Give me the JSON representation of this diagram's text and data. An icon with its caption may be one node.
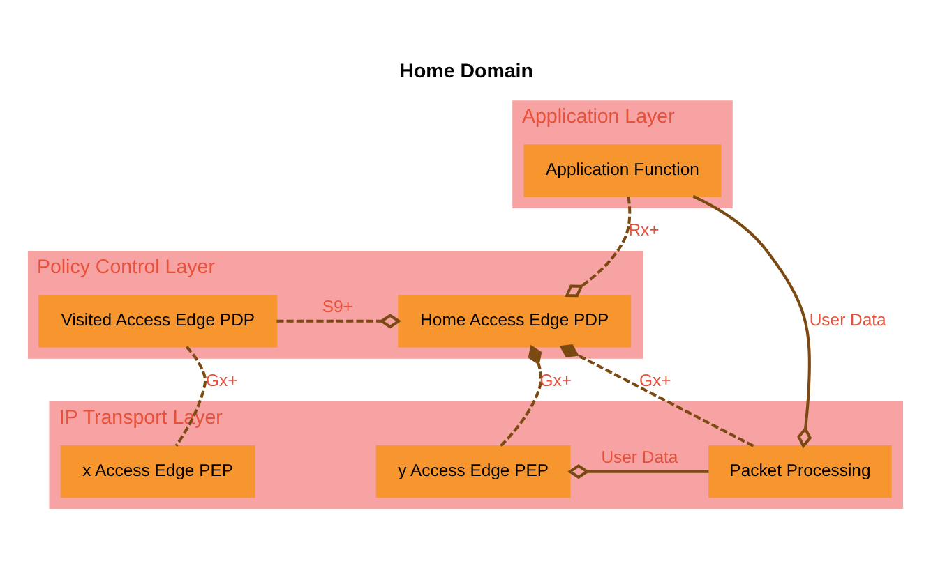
{
  "diagram": {
    "title": "Home Domain",
    "nodes": [
      {
        "text": [
          "Application Layer"
        ]
      },
      {
        "text": [
          "Application Function"
        ],
        "in": 0
      },
      {
        "text": [
          "Policy Control Layer"
        ]
      },
      {
        "text": [
          "Visited Access Edge PDP"
        ],
        "in": 2
      },
      {
        "text": [
          "Home Access Edge PDP"
        ],
        "in": 2
      },
      {
        "text": [
          "IP Transport Layer"
        ]
      },
      {
        "text": [
          "x Access Edge PEP"
        ],
        "in": 5
      },
      {
        "text": [
          "y Access Edge PEP"
        ],
        "in": 5
      },
      {
        "text": [
          "Packet Processing"
        ],
        "in": 5
      }
    ],
    "edges": [
      {
        "from": 1,
        "to": 4,
        "arrow": "other",
        "label": "Rx+",
        "style": "dashed"
      },
      {
        "from": 3,
        "to": 4,
        "arrow": "other",
        "label": "S9+",
        "style": "dashed"
      },
      {
        "from": 3,
        "to": 6,
        "arrow": "none",
        "label": "Gx+",
        "style": "dashed"
      },
      {
        "from": 7,
        "to": 4,
        "arrow": "other",
        "label": "Gx+",
        "style": "dashed"
      },
      {
        "from": 8,
        "to": 4,
        "arrow": "other",
        "label": "Gx+",
        "style": "dashed"
      },
      {
        "from": 1,
        "to": 8,
        "arrow": "other",
        "label": "User Data"
      },
      {
        "from": 8,
        "to": 7,
        "arrow": "other",
        "label": "User Data"
      }
    ]
  }
}
